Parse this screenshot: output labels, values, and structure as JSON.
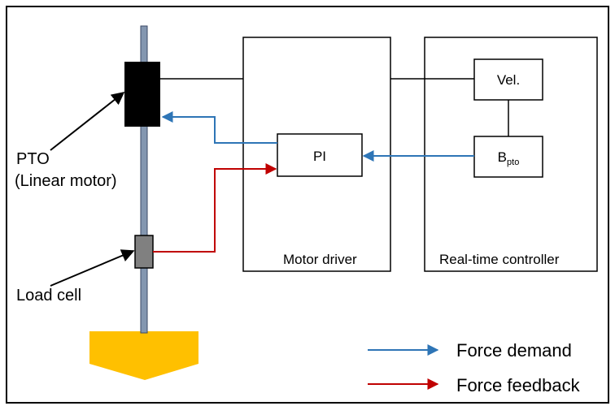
{
  "labels": {
    "pto": "PTO",
    "linear_motor": "(Linear motor)",
    "load_cell": "Load cell",
    "motor_driver": "Motor driver",
    "realtime_controller": "Real-time controller",
    "pi": "PI",
    "vel": "Vel.",
    "b_main": "B",
    "b_sub": "pto"
  },
  "legend": {
    "force_demand": "Force demand",
    "force_feedback": "Force feedback"
  },
  "colors": {
    "demand": "#2e75b6",
    "feedback": "#c00000",
    "rod": "#8497b0",
    "pto": "#000000",
    "load_cell": "#808080",
    "float": "#ffc000"
  }
}
